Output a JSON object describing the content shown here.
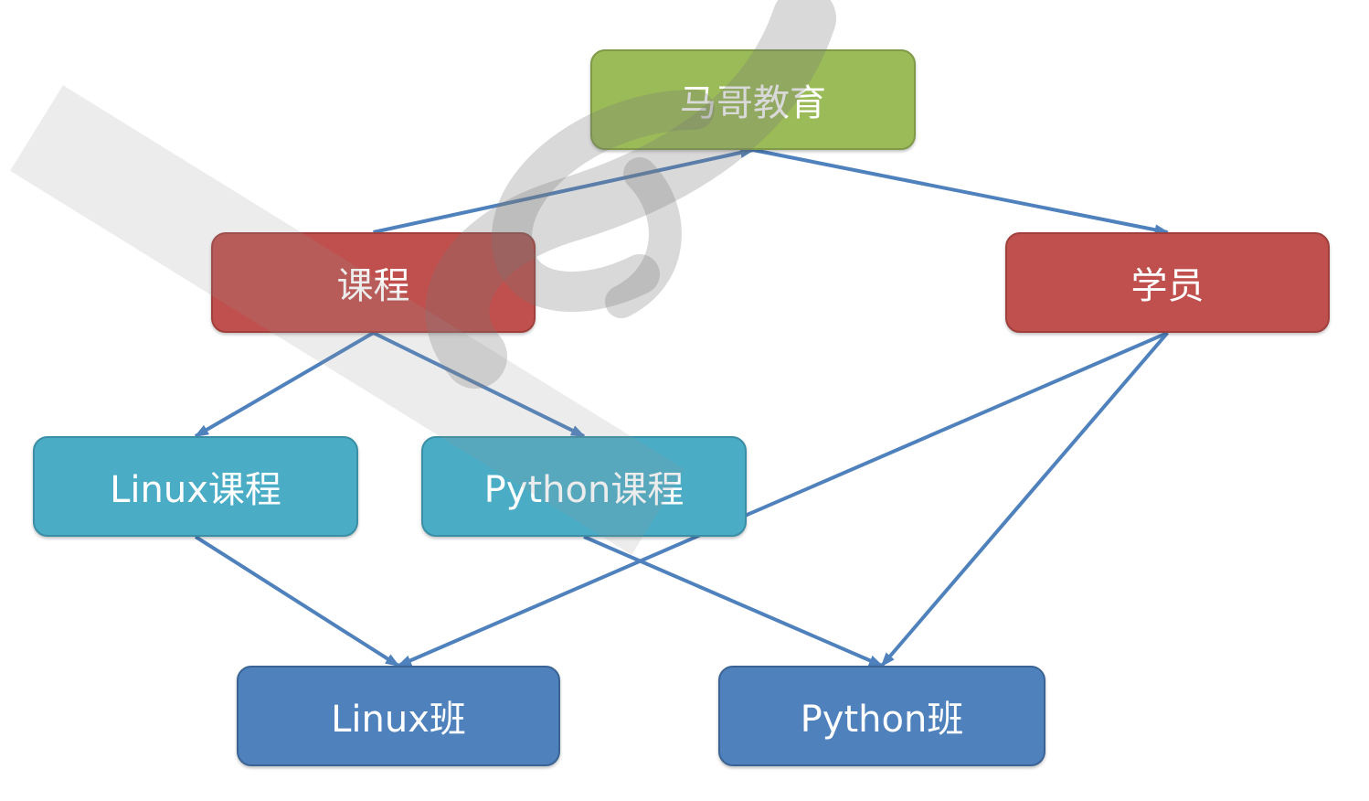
{
  "diagram": {
    "nodes": [
      {
        "id": "root",
        "label": "马哥教育",
        "fill": "#9BBB59",
        "border": "#7F9A48"
      },
      {
        "id": "course",
        "label": "课程",
        "fill": "#C0504D",
        "border": "#A0403D"
      },
      {
        "id": "student",
        "label": "学员",
        "fill": "#C0504D",
        "border": "#A0403D"
      },
      {
        "id": "linux_course",
        "label": "Linux课程",
        "fill": "#4BACC6",
        "border": "#3A8FA6"
      },
      {
        "id": "python_course",
        "label": "Python课程",
        "fill": "#4BACC6",
        "border": "#3A8FA6"
      },
      {
        "id": "linux_class",
        "label": "Linux班",
        "fill": "#4F81BD",
        "border": "#3B6495"
      },
      {
        "id": "python_class",
        "label": "Python班",
        "fill": "#4F81BD",
        "border": "#3B6495"
      }
    ],
    "edges": [
      {
        "from": "course",
        "to": "root"
      },
      {
        "from": "root",
        "to": "student"
      },
      {
        "from": "course",
        "to": "linux_course"
      },
      {
        "from": "course",
        "to": "python_course"
      },
      {
        "from": "linux_course",
        "to": "linux_class"
      },
      {
        "from": "student",
        "to": "linux_class"
      },
      {
        "from": "python_course",
        "to": "python_class"
      },
      {
        "from": "student",
        "to": "python_class"
      }
    ],
    "edge_color": "#4F81BD"
  }
}
